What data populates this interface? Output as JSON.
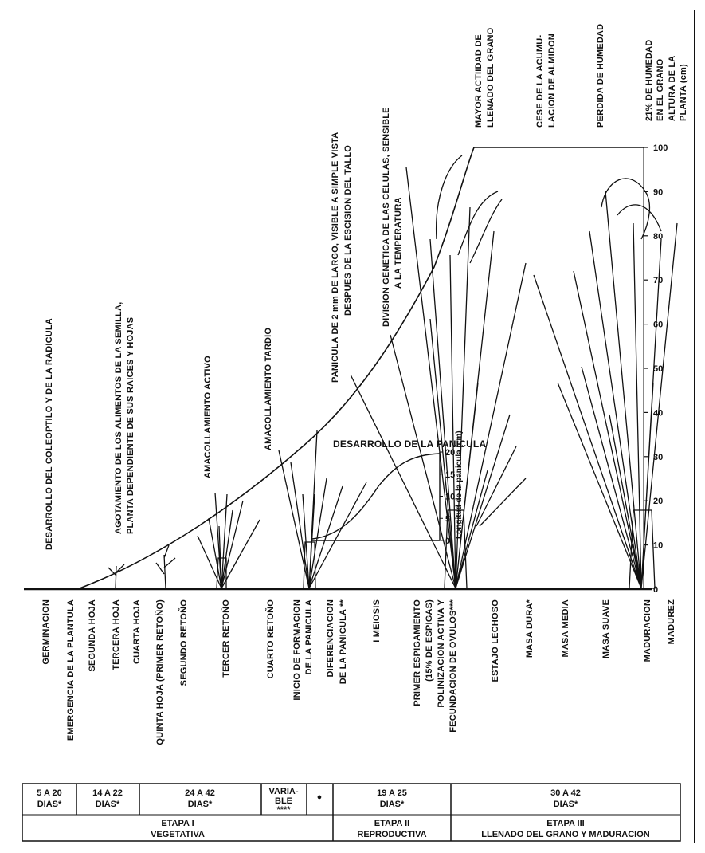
{
  "stage_labels": [
    "GERMINACION",
    "EMERGENCIA DE LA PLANTULA",
    "SEGUNDA HOJA",
    "TERCERA HOJA",
    "CUARTA HOJA",
    "QUINTA HOJA (PRIMER RETOÑO)",
    "SEGUNDO RETOÑO",
    "TERCER RETOÑO",
    "CUARTO RETOÑO",
    "INICIO DE FORMACION",
    "DE LA PANICULA",
    "DIFERENCIACION",
    "DE LA PANICULA **",
    "I MEIOSIS",
    "PRIMER ESPIGAMIENTO",
    "(15% DE ESPIGAS)",
    "POLINIZACION ACTIVA Y",
    "FECUNDACION DE OVULOS***",
    "ESTAJO LECHOSO",
    "MASA DURA*",
    "MASA MEDIA",
    "MASA SUAVE",
    "MADURACION",
    "MADUREZ"
  ],
  "top_labels": [
    "DESARROLLO DEL COLEOPTILO Y DE LA RADICULA",
    "AGOTAMIENTO DE LOS ALIMENTOS DE LA SEMILLA,",
    "PLANTA DEPENDIENTE DE SUS RAICES Y HOJAS",
    "AMACOLLAMIENTO ACTIVO",
    "AMACOLLAMIENTO TARDIO",
    "PANICULA DE 2 mm DE LARGO, VISIBLE A SIMPLE VISTA",
    "DESPUES DE LA ESCISION DEL TALLO",
    "DIVISION GENETICA DE LAS CELULAS, SENSIBLE",
    "A LA TEMPERATURA",
    "MAYOR ACTIIDAD DE",
    "LLENADO DEL GRANO",
    "CESE DE LA ACUMU-",
    "LACION DE ALMIDON",
    "PERDIDA DE HUMEDAD",
    "21% DE HUMEDAD",
    "EN EL GRANO",
    "ALTURA DE LA",
    "PLANTA (cm)"
  ],
  "panicle_label": "DESARROLLO DE LA PANICULA",
  "panicle_axis_label": "Longitud de la panicula (cm)",
  "panicle_ticks": [
    "0",
    "5",
    "10",
    "15",
    "20"
  ],
  "height_ticks": [
    "0",
    "10",
    "20",
    "30",
    "40",
    "50",
    "60",
    "70",
    "80",
    "90",
    "100"
  ],
  "durations": {
    "d1a": "5 A 20",
    "d1b": "DIAS*",
    "d2a": "14 A 22",
    "d2b": "DIAS*",
    "d3a": "24 A 42",
    "d3b": "DIAS*",
    "d4a": "VARIA-",
    "d4b": "BLE",
    "d4c": "****",
    "d5": "●",
    "d6a": "19 A 25",
    "d6b": "DIAS*",
    "d7a": "30 A 42",
    "d7b": "DIAS*"
  },
  "phases": {
    "p1a": "ETAPA I",
    "p1b": "VEGETATIVA",
    "p2a": "ETAPA II",
    "p2b": "REPRODUCTIVA",
    "p3a": "ETAPA III",
    "p3b": "LLENADO DEL GRANO Y MADURACION"
  },
  "colors": {
    "ink": "#111111",
    "paper": "#ffffff"
  }
}
